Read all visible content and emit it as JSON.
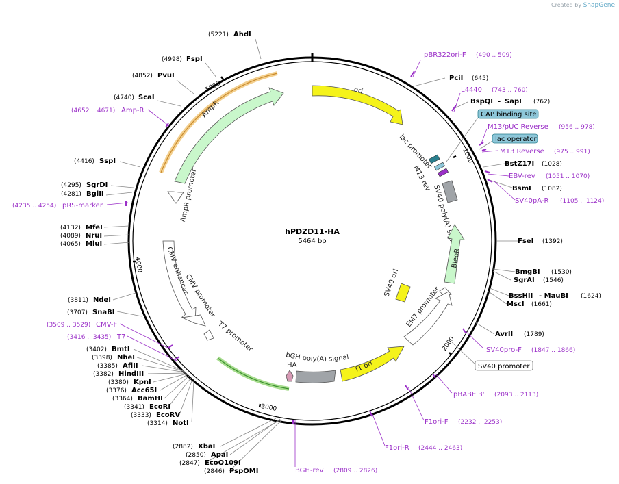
{
  "watermark": {
    "prefix": "Created by",
    "brand": "SnapGene"
  },
  "plasmid": {
    "name": "hPDZD11-HA",
    "size": "5464 bp"
  },
  "ticks": [
    "5000",
    "1000",
    "2000",
    "3000",
    "4000"
  ],
  "features": {
    "ori": "ori",
    "ampr": "AmpR",
    "ampr_promoter": "AmpR promoter",
    "lac_promoter": "lac promoter",
    "m13_rev": "M13 rev",
    "sv40_polya": "SV40 poly(A) signal",
    "bleor": "BleoR",
    "sv40_ori": "SV40 ori",
    "em7_promoter": "EM7 promoter",
    "f1_ori": "f1 ori",
    "bgh_polya": "bGH poly(A) signal",
    "ha": "HA",
    "cmv_enhancer": "CMV enhancer",
    "cmv_promoter": "CMV promoter",
    "t7_promoter": "T7 promoter"
  },
  "boxed_labels": {
    "cap_binding_site": "CAP binding site",
    "lac_operator": "lac operator",
    "sv40_promoter": "SV40 promoter"
  },
  "sites": {
    "ahdi": {
      "name": "AhdI",
      "pos": "(5221)"
    },
    "fspi": {
      "name": "FspI",
      "pos": "(4998)"
    },
    "pvui": {
      "name": "PvuI",
      "pos": "(4852)"
    },
    "scai": {
      "name": "ScaI",
      "pos": "(4740)"
    },
    "sspi": {
      "name": "SspI",
      "pos": "(4416)"
    },
    "sgrdi": {
      "name": "SgrDI",
      "pos": "(4295)"
    },
    "bglii": {
      "name": "BglII",
      "pos": "(4281)"
    },
    "mfei": {
      "name": "MfeI",
      "pos": "(4132)"
    },
    "nrui": {
      "name": "NruI",
      "pos": "(4089)"
    },
    "mlui": {
      "name": "MluI",
      "pos": "(4065)"
    },
    "ndei": {
      "name": "NdeI",
      "pos": "(3811)"
    },
    "snabi": {
      "name": "SnaBI",
      "pos": "(3707)"
    },
    "bmti": {
      "name": "BmtI",
      "pos": "(3402)"
    },
    "nhei": {
      "name": "NheI",
      "pos": "(3398)"
    },
    "aflii": {
      "name": "AflII",
      "pos": "(3385)"
    },
    "hindiii": {
      "name": "HindIII",
      "pos": "(3382)"
    },
    "kpni": {
      "name": "KpnI",
      "pos": "(3380)"
    },
    "acc65i": {
      "name": "Acc65I",
      "pos": "(3376)"
    },
    "bamhi": {
      "name": "BamHI",
      "pos": "(3364)"
    },
    "ecori": {
      "name": "EcoRI",
      "pos": "(3341)"
    },
    "ecorv": {
      "name": "EcoRV",
      "pos": "(3333)"
    },
    "noti": {
      "name": "NotI",
      "pos": "(3314)"
    },
    "xbai": {
      "name": "XbaI",
      "pos": "(2882)"
    },
    "apai": {
      "name": "ApaI",
      "pos": "(2850)"
    },
    "ecoo109i": {
      "name": "EcoO109I",
      "pos": "(2847)"
    },
    "psppomi": {
      "name": "PspOMI",
      "pos": "(2846)"
    },
    "pcii": {
      "name": "PciI",
      "pos": "(645)"
    },
    "bspqi": {
      "name": "BspQI",
      "sep": "-",
      "name2": "SapI",
      "pos": "(762)"
    },
    "bstz17i": {
      "name": "BstZ17I",
      "pos": "(1028)"
    },
    "bsmi": {
      "name": "BsmI",
      "pos": "(1082)"
    },
    "fsei": {
      "name": "FseI",
      "pos": "(1392)"
    },
    "bmgbi": {
      "name": "BmgBI",
      "pos": "(1530)"
    },
    "sgrai": {
      "name": "SgrAI",
      "pos": "(1546)"
    },
    "bsshii": {
      "name": "BssHII",
      "sep": "- MauBI",
      "pos": "(1624)"
    },
    "msci": {
      "name": "MscI",
      "pos": "(1661)"
    },
    "avrii": {
      "name": "AvrII",
      "pos": "(1789)"
    }
  },
  "primers": {
    "amp_r": {
      "name": "Amp-R",
      "range": "(4652 .. 4671)"
    },
    "prs_marker": {
      "name": "pRS-marker",
      "range": "(4235 .. 4254)"
    },
    "cmv_f": {
      "name": "CMV-F",
      "range": "(3509 .. 3529)"
    },
    "t7": {
      "name": "T7",
      "range": "(3416 .. 3435)"
    },
    "bgh_rev": {
      "name": "BGH-rev",
      "range": "(2809 .. 2826)"
    },
    "pbr322ori_f": {
      "name": "pBR322ori-F",
      "range": "(490 .. 509)"
    },
    "l4440": {
      "name": "L4440",
      "range": "(743 .. 760)"
    },
    "m13puc_rev": {
      "name": "M13/pUC Reverse",
      "range": "(956 .. 978)"
    },
    "m13_reverse": {
      "name": "M13 Reverse",
      "range": "(975 .. 991)"
    },
    "ebv_rev": {
      "name": "EBV-rev",
      "range": "(1051 .. 1070)"
    },
    "sv40pa_r": {
      "name": "SV40pA-R",
      "range": "(1105 .. 1124)"
    },
    "sv40pro_f": {
      "name": "SV40pro-F",
      "range": "(1847 .. 1866)"
    },
    "pbabe3": {
      "name": "pBABE 3'",
      "range": "(2093 .. 2113)"
    },
    "f1ori_f": {
      "name": "F1ori-F",
      "range": "(2232 .. 2253)"
    },
    "f1ori_r": {
      "name": "F1ori-R",
      "range": "(2444 .. 2463)"
    }
  },
  "colors": {
    "ori": "#f5f31a",
    "ampr": "#c9f7cb",
    "bleor": "#c9f7cb",
    "primer": "#9b30c8",
    "cap": "#8ec7d9",
    "lac": "#2a7f8e",
    "polya": "#a0a4a8",
    "ha": "#d79ab5",
    "green": "#3a8f2e",
    "orange": "#e49a3a"
  }
}
